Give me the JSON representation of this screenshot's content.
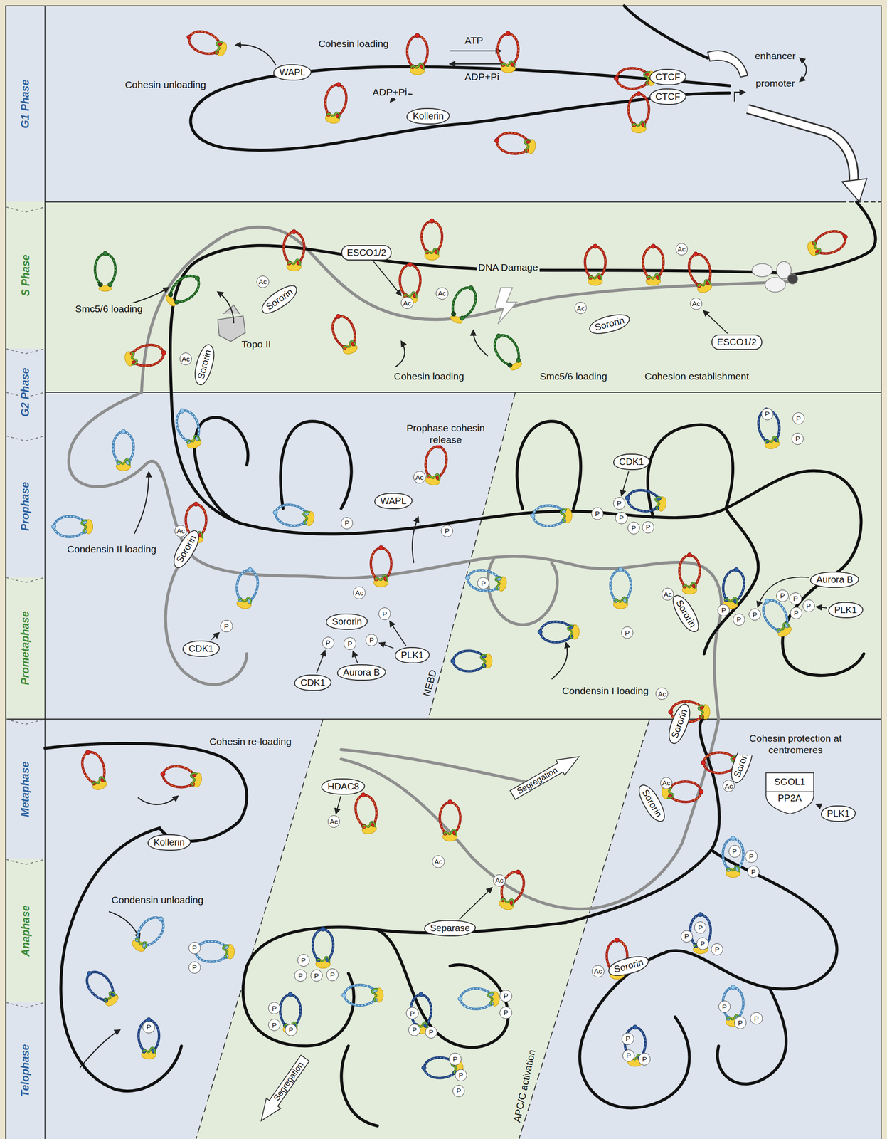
{
  "diagram": {
    "nodes": [
      {
        "text": [
          "G1 Phase"
        ]
      },
      {
        "text": [
          "S Phase"
        ]
      },
      {
        "text": [
          "G2 Phase"
        ]
      },
      {
        "text": [
          "Prophase"
        ]
      },
      {
        "text": [
          "Prometaphase"
        ]
      },
      {
        "text": [
          "Metaphase"
        ]
      },
      {
        "text": [
          "Anaphase"
        ]
      },
      {
        "text": [
          "Telophase"
        ]
      },
      {
        "text": [
          "WAPL"
        ]
      },
      {
        "text": [
          "Kollerin"
        ]
      },
      {
        "text": [
          "CTCF"
        ]
      },
      {
        "text": [
          "CTCF"
        ]
      },
      {
        "text": [
          "ESCO1/2"
        ]
      },
      {
        "text": [
          "Ac"
        ]
      },
      {
        "text": [
          "Ac"
        ]
      },
      {
        "text": [
          "Sororin"
        ]
      },
      {
        "text": [
          "Ac"
        ]
      },
      {
        "text": [
          "Ac"
        ]
      },
      {
        "text": [
          "Ac"
        ]
      },
      {
        "text": [
          "Ac"
        ]
      },
      {
        "text": [
          "Sororin"
        ]
      },
      {
        "text": [
          "ESCO1/2"
        ]
      },
      {
        "text": [
          "Ac"
        ]
      },
      {
        "text": [
          "Sororin"
        ]
      },
      {
        "text": [
          "P"
        ]
      },
      {
        "text": [
          "P"
        ]
      },
      {
        "text": [
          "P"
        ]
      },
      {
        "text": [
          "CDK1"
        ]
      },
      {
        "text": [
          "Ac"
        ]
      },
      {
        "text": [
          "WAPL"
        ]
      },
      {
        "text": [
          "P"
        ]
      },
      {
        "text": [
          "P"
        ]
      },
      {
        "text": [
          "P"
        ]
      },
      {
        "text": [
          "P"
        ]
      },
      {
        "text": [
          "P"
        ]
      },
      {
        "text": [
          "P"
        ]
      },
      {
        "text": [
          "Ac"
        ]
      },
      {
        "text": [
          "P"
        ]
      },
      {
        "text": [
          "Sororin"
        ]
      },
      {
        "text": [
          "Aurora B"
        ]
      },
      {
        "text": [
          "P"
        ]
      },
      {
        "text": [
          "Ac"
        ]
      },
      {
        "text": [
          "Ac"
        ]
      },
      {
        "text": [
          "P"
        ]
      },
      {
        "text": [
          "P"
        ]
      },
      {
        "text": [
          "PLK1"
        ]
      },
      {
        "text": [
          "P"
        ]
      },
      {
        "text": [
          "P"
        ]
      },
      {
        "text": [
          "Sororin"
        ]
      },
      {
        "text": [
          "P"
        ]
      },
      {
        "text": [
          "P"
        ]
      },
      {
        "text": [
          "P"
        ]
      },
      {
        "text": [
          "P"
        ]
      },
      {
        "text": [
          "Sororin"
        ]
      },
      {
        "text": [
          "P"
        ]
      },
      {
        "text": [
          "P"
        ]
      },
      {
        "text": [
          "P"
        ]
      },
      {
        "text": [
          "P"
        ]
      },
      {
        "text": [
          "P"
        ]
      },
      {
        "text": [
          "CDK1"
        ]
      },
      {
        "text": [
          "PLK1"
        ]
      },
      {
        "text": [
          "Aurora B"
        ]
      },
      {
        "text": [
          "CDK1"
        ]
      },
      {
        "text": [
          "Ac"
        ]
      },
      {
        "text": [
          "Sororin"
        ]
      },
      {
        "text": [
          "Sororin"
        ]
      },
      {
        "text": [
          "Segregation"
        ]
      },
      {
        "text": [
          "Ac"
        ]
      },
      {
        "text": [
          "HDAC8"
        ]
      },
      {
        "text": [
          "SGOL1",
          "PP2A"
        ]
      },
      {
        "text": [
          "Ac"
        ]
      },
      {
        "text": [
          "Sororin"
        ]
      },
      {
        "text": [
          "PLK1"
        ]
      },
      {
        "text": [
          "Ac"
        ]
      },
      {
        "text": [
          "Kollerin"
        ]
      },
      {
        "text": [
          "P"
        ]
      },
      {
        "text": [
          "P"
        ]
      },
      {
        "text": [
          "Ac"
        ]
      },
      {
        "text": [
          "P"
        ]
      },
      {
        "text": [
          "Ac"
        ]
      },
      {
        "text": [
          "P"
        ]
      },
      {
        "text": [
          "Separase"
        ]
      },
      {
        "text": [
          "P"
        ]
      },
      {
        "text": [
          "P"
        ]
      },
      {
        "text": [
          "P"
        ]
      },
      {
        "text": [
          "P"
        ]
      },
      {
        "text": [
          "P"
        ]
      },
      {
        "text": [
          "P"
        ]
      },
      {
        "text": [
          "Ac"
        ]
      },
      {
        "text": [
          "Sororin"
        ]
      },
      {
        "text": [
          "P"
        ]
      },
      {
        "text": [
          "P"
        ]
      },
      {
        "text": [
          "P"
        ]
      },
      {
        "text": [
          "P"
        ]
      },
      {
        "text": [
          "P"
        ]
      },
      {
        "text": [
          "P"
        ]
      },
      {
        "text": [
          "P"
        ]
      },
      {
        "text": [
          "P"
        ]
      },
      {
        "text": [
          "P"
        ]
      },
      {
        "text": [
          "P"
        ]
      },
      {
        "text": [
          "P"
        ]
      },
      {
        "text": [
          "P"
        ]
      },
      {
        "text": [
          "P"
        ]
      },
      {
        "text": [
          "P"
        ]
      },
      {
        "text": [
          "P"
        ]
      },
      {
        "text": [
          "P"
        ]
      },
      {
        "text": [
          "P"
        ]
      },
      {
        "text": [
          "P"
        ]
      },
      {
        "text": [
          "P"
        ]
      },
      {
        "text": [
          "P"
        ]
      },
      {
        "text": [
          "Segregation"
        ]
      },
      {
        "text": [
          "P"
        ]
      }
    ],
    "edges": [
      {
        "from": 12,
        "to": 17,
        "arrow": "to"
      },
      {
        "from": 21,
        "to": 18,
        "arrow": "to"
      },
      {
        "from": 27,
        "to": 30,
        "arrow": "to"
      },
      {
        "from": 59,
        "to": 54,
        "arrow": "to"
      },
      {
        "from": 62,
        "to": 58,
        "arrow": "to"
      },
      {
        "from": 61,
        "to": 57,
        "arrow": "to"
      },
      {
        "from": 60,
        "to": 56,
        "arrow": "to"
      },
      {
        "from": 60,
        "to": 50,
        "arrow": "to"
      },
      {
        "from": 39,
        "to": 51,
        "arrow": "to"
      },
      {
        "from": 45,
        "to": 46,
        "arrow": "to"
      },
      {
        "from": 68,
        "to": 73,
        "arrow": "to"
      },
      {
        "from": 81,
        "to": 79,
        "arrow": "to"
      },
      {
        "from": 72,
        "to": 69,
        "arrow": "to"
      }
    ],
    "labels": [
      "Cohesin unloading",
      "Cohesin loading",
      "ATP",
      "ADP+Pi",
      "ADP+Pi",
      "enhancer",
      "promoter",
      "Smc5/6 loading",
      "Topo II",
      "DNA Damage",
      "Cohesin loading",
      "Smc5/6 loading",
      "Cohesion establishment",
      "Prophase cohesin release",
      "Condensin II loading",
      "NEBD",
      "Condensin I loading",
      "Cohesin re-loading",
      "Cohesin protection at centromeres",
      "Condensin unloading",
      "APC/C activation"
    ]
  }
}
